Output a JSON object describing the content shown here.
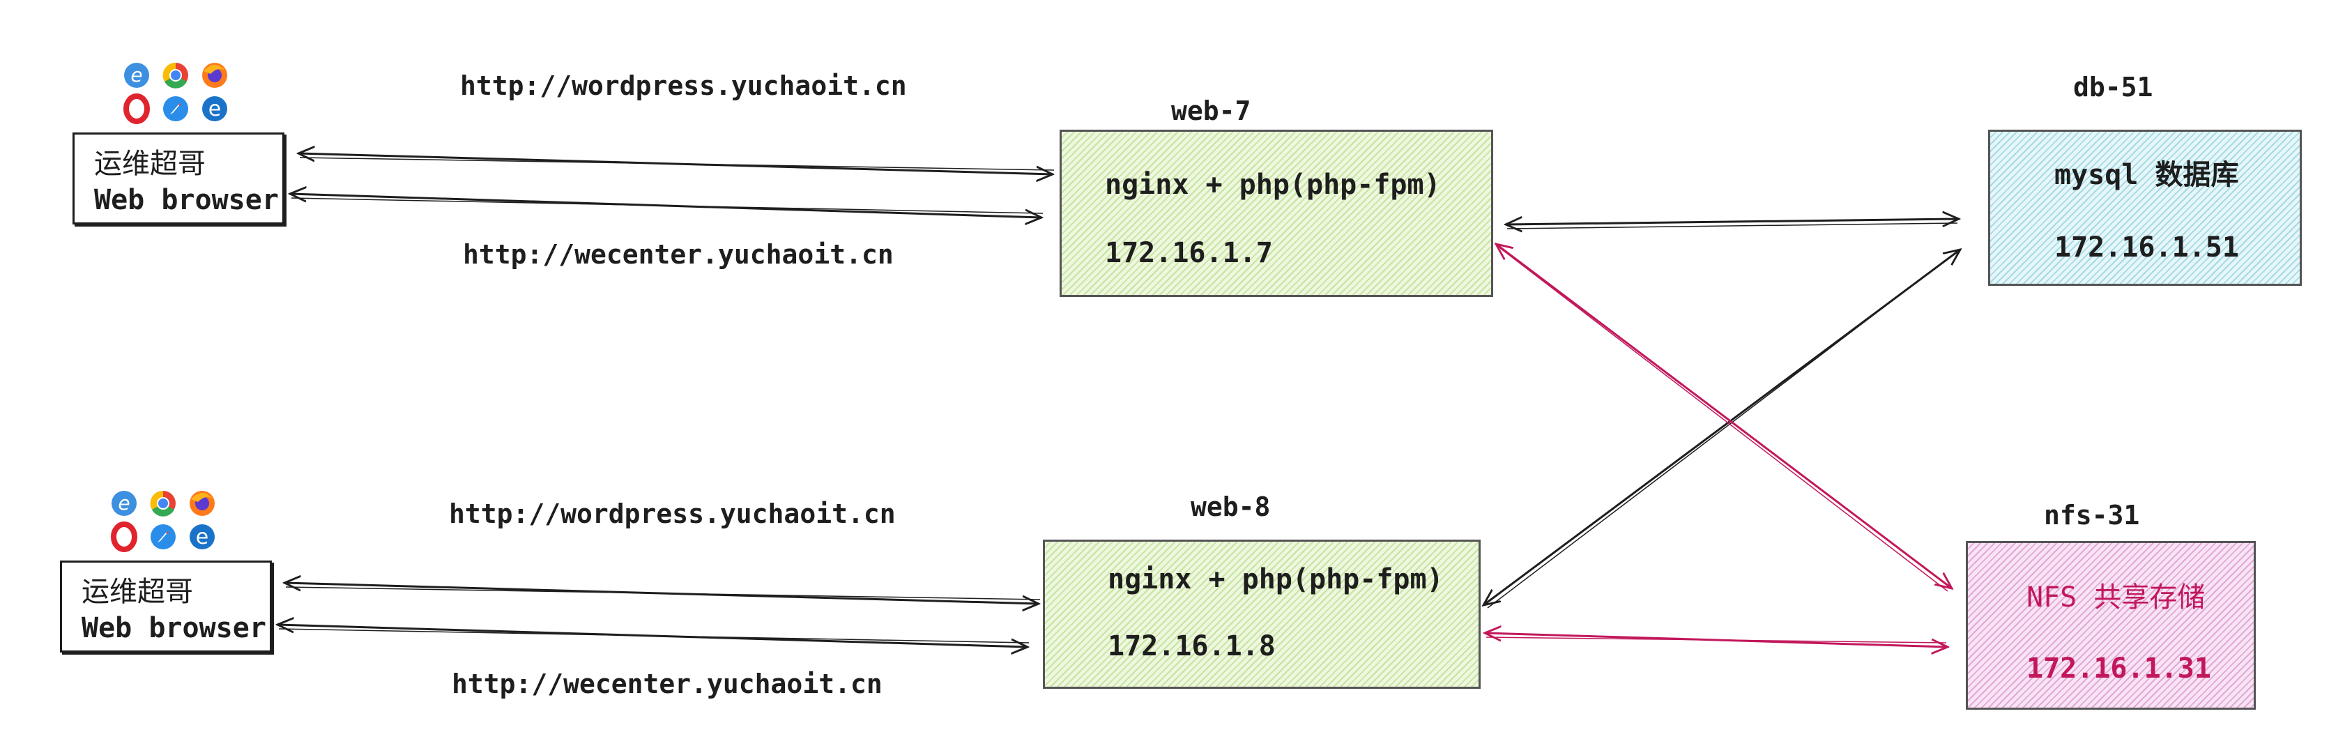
{
  "clients": [
    {
      "name_cn": "运维超哥",
      "name_en": "Web browser",
      "url_top": "http://wordpress.yuchaoit.cn",
      "url_bottom": "http://wecenter.yuchaoit.cn",
      "icons": [
        "ie-icon",
        "chrome-icon",
        "firefox-icon",
        "opera-icon",
        "safari-icon",
        "edge-icon"
      ]
    },
    {
      "name_cn": "运维超哥",
      "name_en": "Web browser",
      "url_top": "http://wordpress.yuchaoit.cn",
      "url_bottom": "http://wecenter.yuchaoit.cn",
      "icons": [
        "ie-icon",
        "chrome-icon",
        "firefox-icon",
        "opera-icon",
        "safari-icon",
        "edge-icon"
      ]
    }
  ],
  "servers": {
    "web7": {
      "title": "web-7",
      "line1": "nginx + php(php-fpm)",
      "line2": "172.16.1.7"
    },
    "web8": {
      "title": "web-8",
      "line1": "nginx + php(php-fpm)",
      "line2": "172.16.1.8"
    },
    "db51": {
      "title": "db-51",
      "line1": "mysql 数据库",
      "line2": "172.16.1.51"
    },
    "nfs31": {
      "title": "nfs-31",
      "line1": "NFS 共享存储",
      "line2": "172.16.1.31"
    }
  },
  "colors": {
    "stroke": "#1e1e1e",
    "nfs_link": "#c2185b",
    "nfs_text": "#c2185b",
    "web_fill": "#c7e49f",
    "db_fill": "#a6dbe5",
    "nfs_fill": "#e2a9d8"
  }
}
